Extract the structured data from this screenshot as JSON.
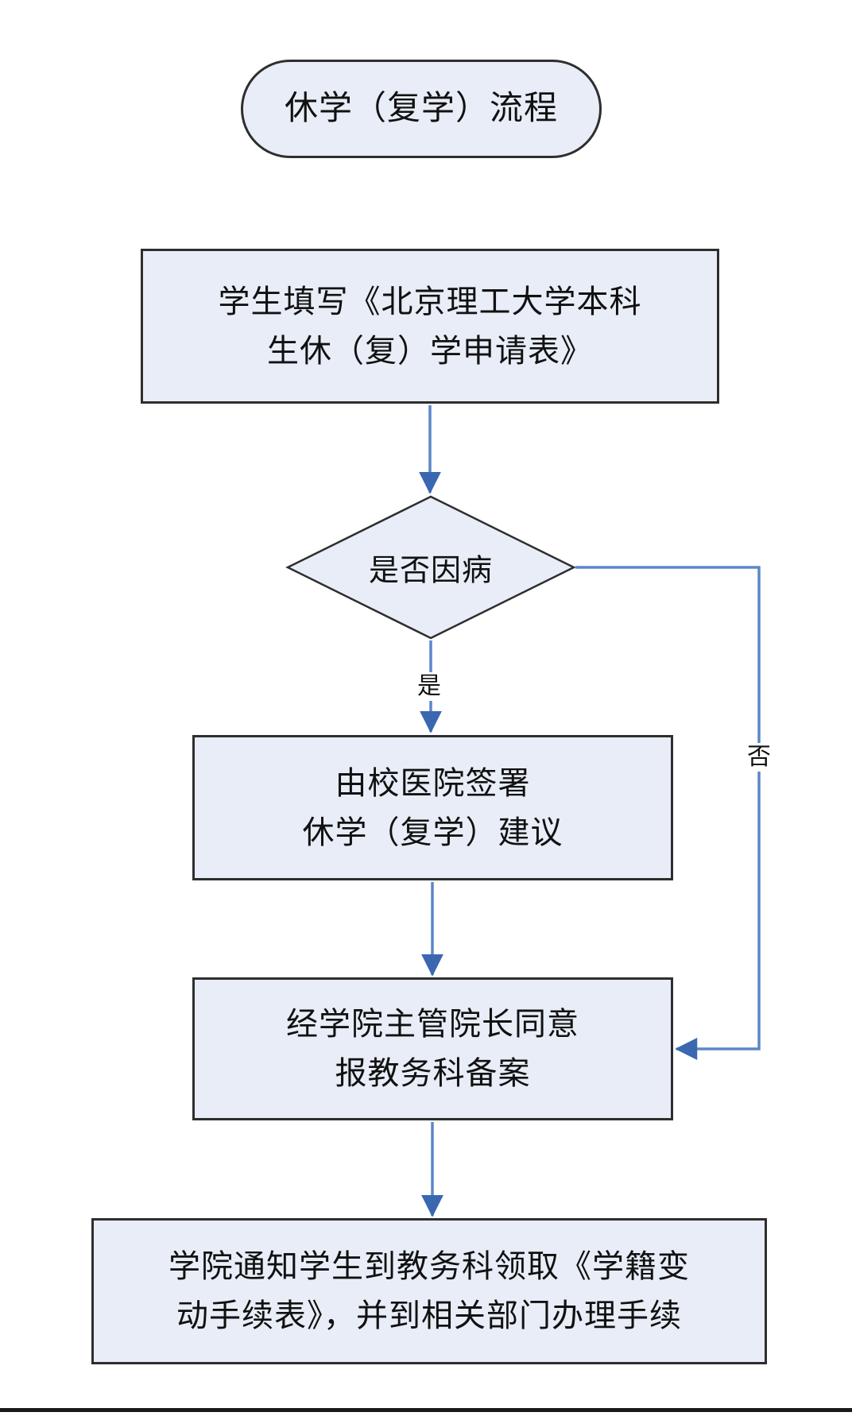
{
  "diagram_title": "休学（复学）流程",
  "nodes": {
    "start": {
      "type": "terminator",
      "label": "休学（复学）流程"
    },
    "fill_form": {
      "type": "process",
      "lines": [
        "学生填写《北京理工大学本科",
        "生休（复）学申请表》"
      ]
    },
    "is_sick": {
      "type": "decision",
      "label": "是否因病"
    },
    "hospital_sign": {
      "type": "process",
      "lines": [
        "由校医院签署",
        "休学（复学）建议"
      ]
    },
    "dean_approve": {
      "type": "process",
      "lines": [
        "经学院主管院长同意",
        "报教务科备案"
      ]
    },
    "notify_student": {
      "type": "process",
      "lines": [
        "学院通知学生到教务科领取《学籍变",
        "动手续表》，并到相关部门办理手续"
      ]
    }
  },
  "edge_labels": {
    "yes": "是",
    "no": "否"
  },
  "colors": {
    "node_fill": "#E8EDF7",
    "node_border": "#2E2E2E",
    "arrow_line": "#5B87C9",
    "arrow_head": "#3A67B0",
    "text": "#111111",
    "bottom_rule": "#1A1A1A"
  }
}
